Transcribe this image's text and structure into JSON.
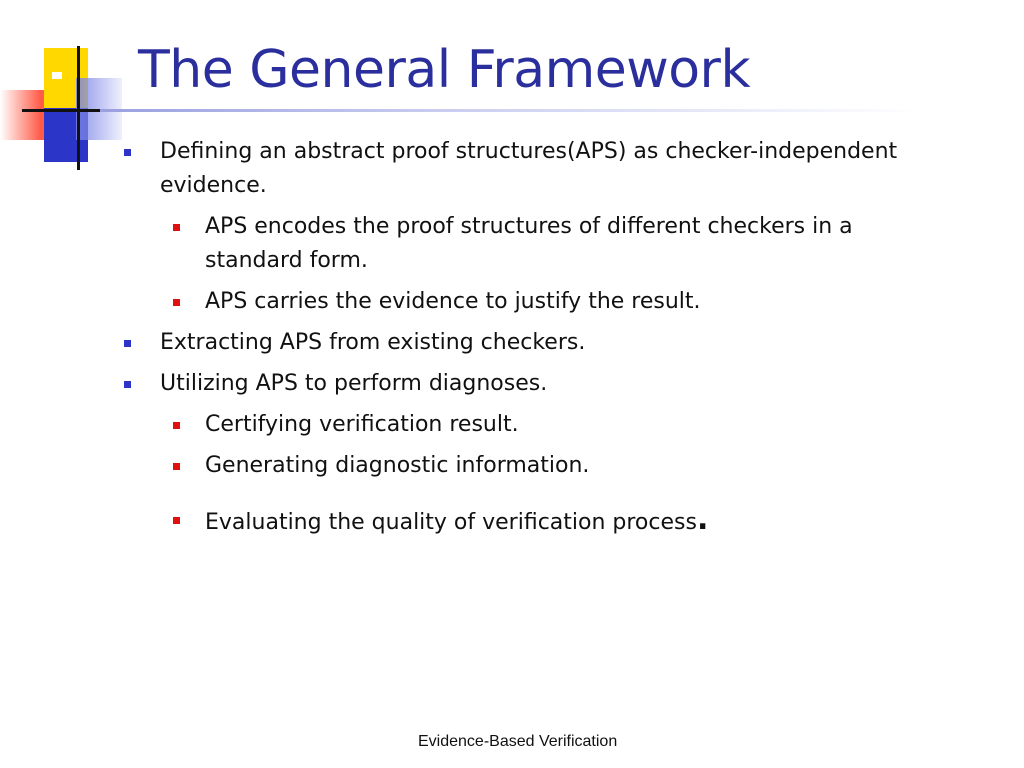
{
  "slide": {
    "title": "The General Framework",
    "bullets": [
      {
        "text": "Defining an abstract proof structures(APS) as checker-independent evidence."
      },
      {
        "text": "APS encodes the proof structures of different checkers in a standard form."
      },
      {
        "text": "APS carries the evidence to justify the result."
      },
      {
        "text": "Extracting APS from existing checkers."
      },
      {
        "text": "Utilizing APS to perform diagnoses."
      },
      {
        "text": "Certifying verification result."
      },
      {
        "text": "Generating diagnostic information."
      },
      {
        "text": "Evaluating the quality of verification process",
        "suffix": "."
      }
    ],
    "footer": "Evidence-Based Verification"
  },
  "colors": {
    "title": "#2b2f9e",
    "level1_bullet": "#2b35c8",
    "level2_bullet": "#e01010",
    "logo_yellow": "#ffd800",
    "logo_blue": "#2b35c8",
    "logo_red": "#ff5040"
  },
  "icons": {
    "logo": "decorative-squares-logo",
    "level1_bullet": "blue-square-bullet",
    "level2_bullet": "red-square-bullet"
  }
}
